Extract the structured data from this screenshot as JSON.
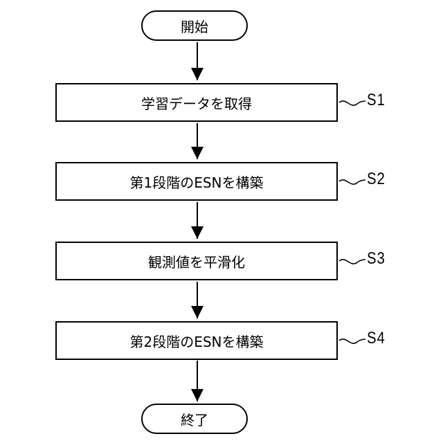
{
  "flowchart": {
    "start": {
      "label": "開始"
    },
    "steps": [
      {
        "id": "S1",
        "label": "学習データを取得"
      },
      {
        "id": "S2",
        "label": "第1段階のESNを構築"
      },
      {
        "id": "S3",
        "label": "観測値を平滑化"
      },
      {
        "id": "S4",
        "label": "第2段階のESNを構築"
      }
    ],
    "end": {
      "label": "終了"
    }
  }
}
